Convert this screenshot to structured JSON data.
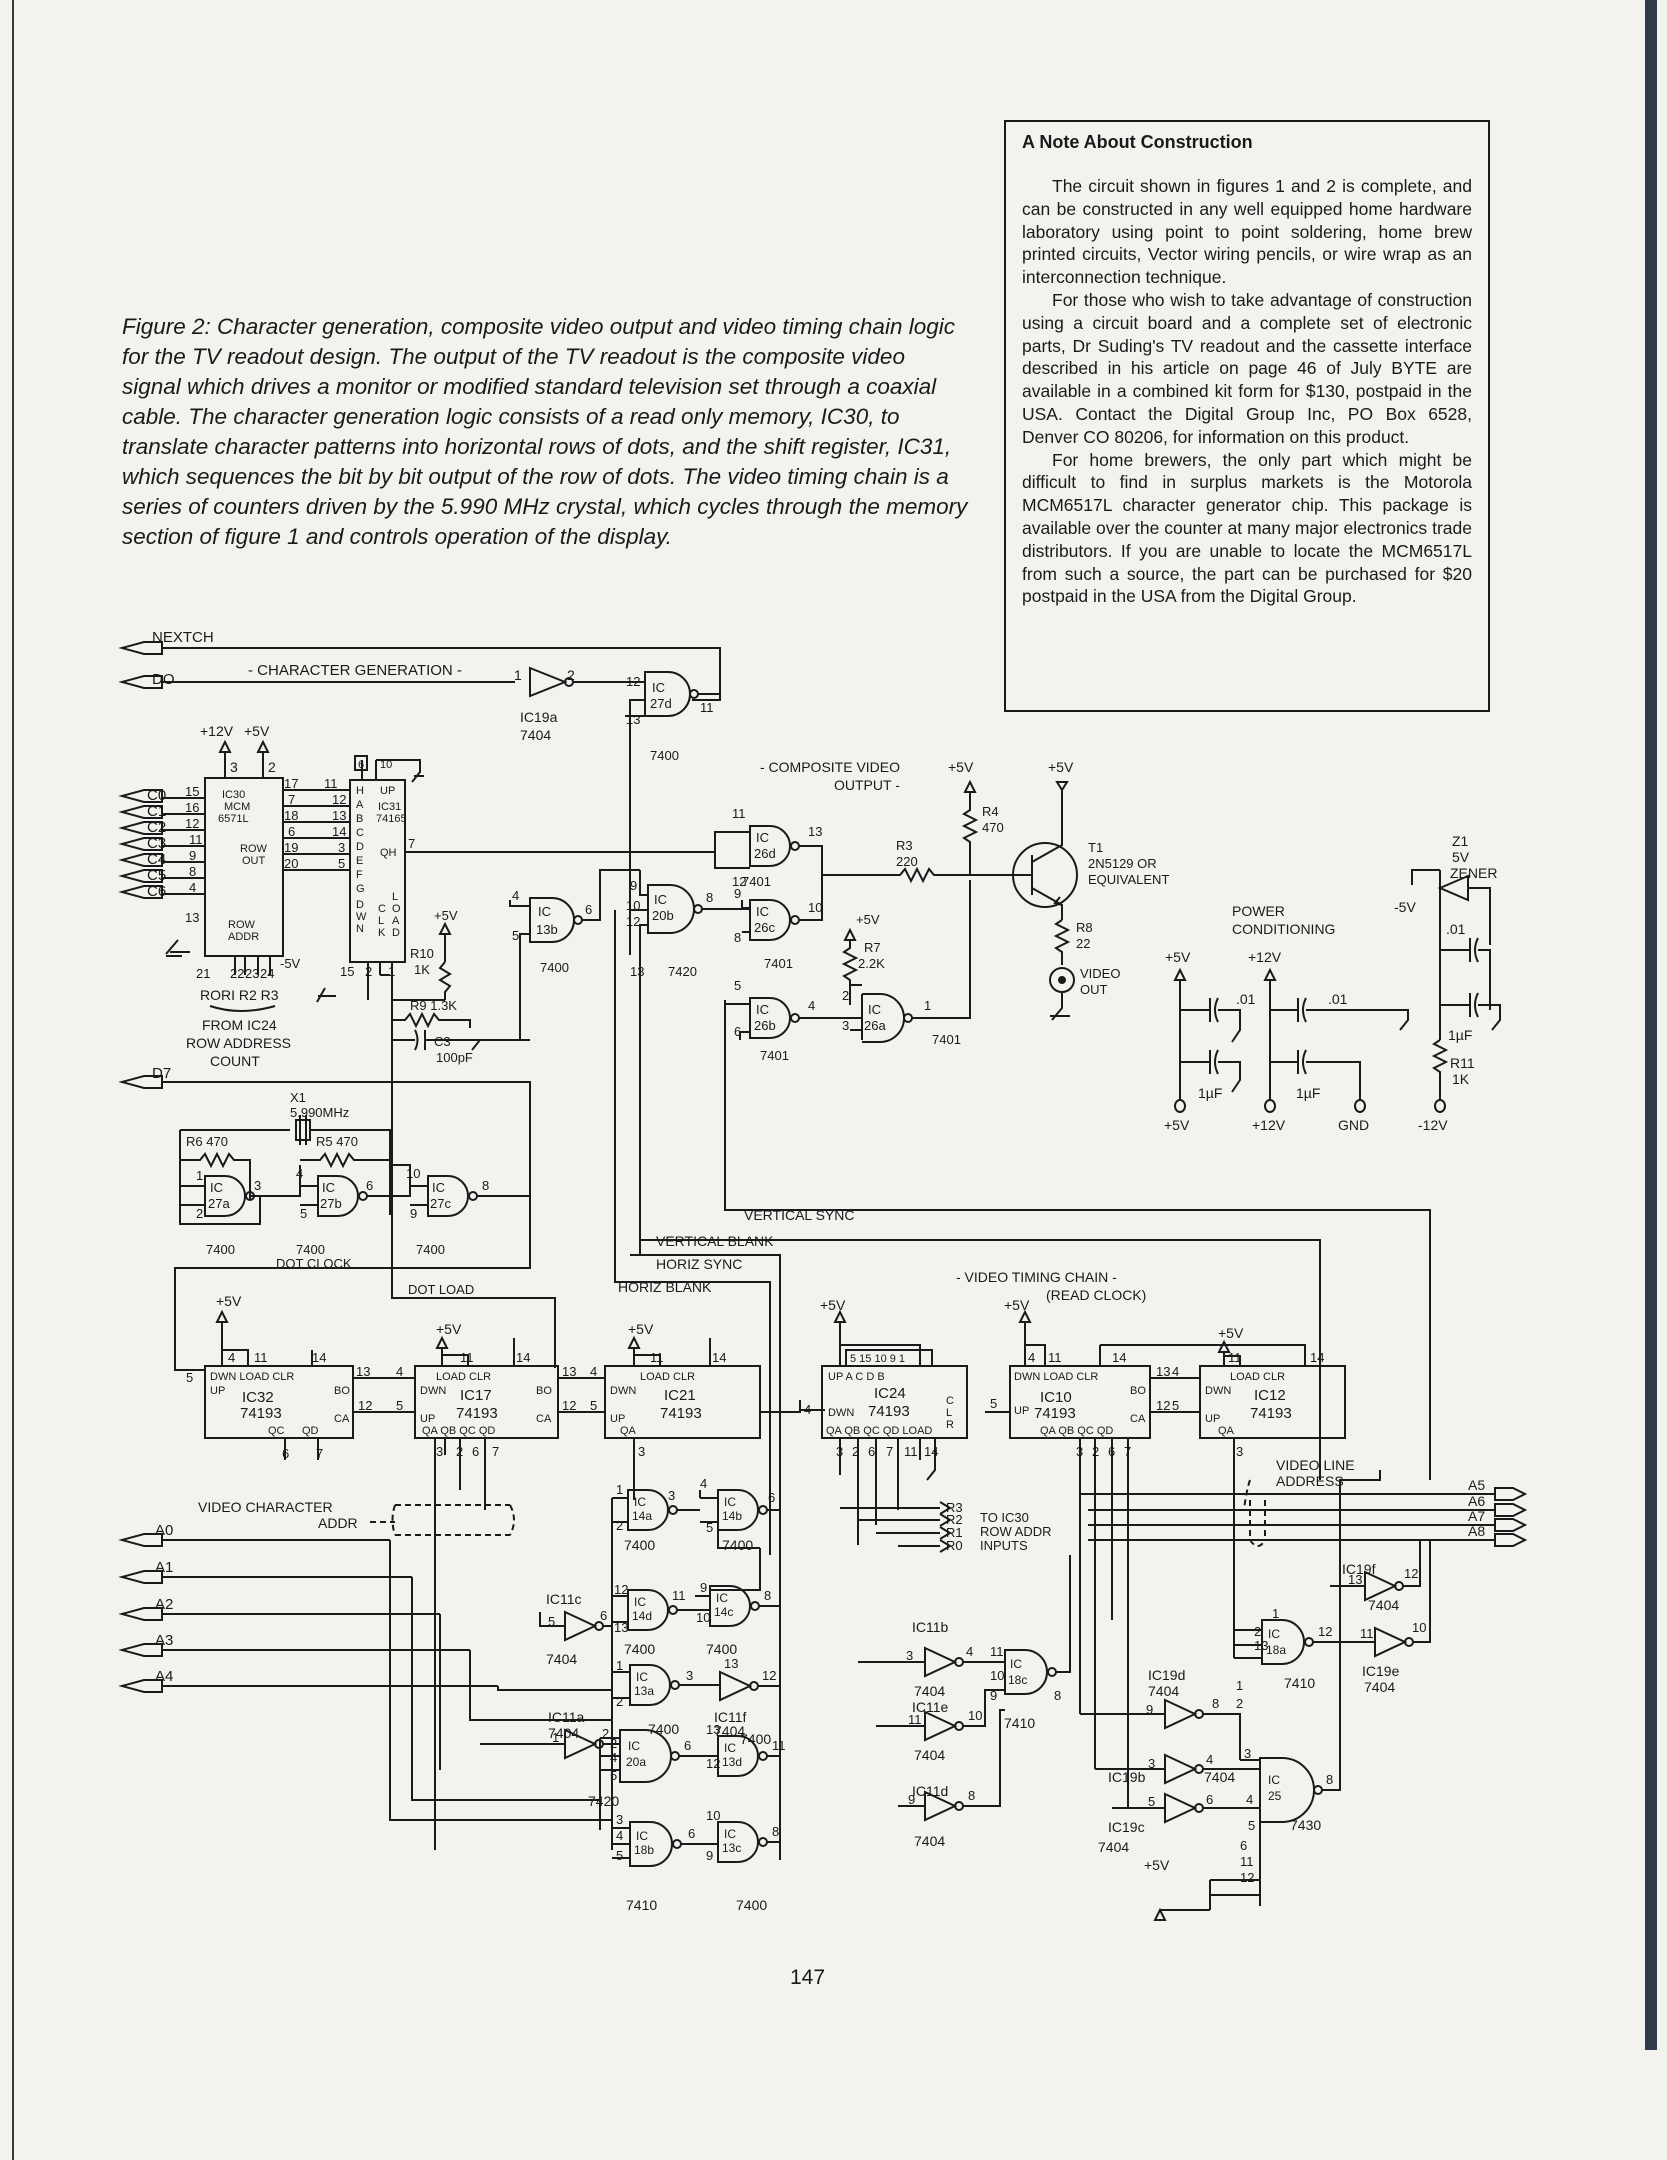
{
  "note": {
    "title": "A Note About Construction",
    "paragraphs": [
      "The circuit shown in figures 1 and 2 is complete, and can be constructed in any well equipped home hardware laboratory using point to point soldering, home brew printed circuits, Vector wiring pencils, or wire wrap as an interconnection technique.",
      "For those who wish to take advantage of construction using a circuit board and a complete set of electronic parts, Dr Suding's TV readout and the cassette interface described in his article on page 46 of July BYTE are available in a combined kit form for $130, postpaid in the USA. Contact the Digital Group Inc, PO Box 6528, Denver CO 80206, for information on this product.",
      "For home brewers, the only part which might be difficult to find in surplus markets is the Motorola MCM6517L character generator chip. This package is available over the counter at many major electronics trade distributors. If you are unable to locate the MCM6517L from such a source, the part can be purchased for $20 postpaid in the USA from the Digital Group."
    ]
  },
  "caption": "Figure 2: Character generation, composite video output and video timing chain logic for the TV readout design. The output of the TV readout is the composite video signal which drives a monitor or modified standard television set through a coaxial cable. The character generation logic consists of a read only memory, IC30, to translate character patterns into horizontal rows of dots, and the shift register, IC31, which sequences the bit by bit output of the row of dots. The video timing chain is a series of counters driven by the 5.990 MHz crystal, which cycles through the memory section of figure 1 and controls operation of the display.",
  "page_number": "147",
  "schematic": {
    "section_labels": {
      "char_gen": "- CHARACTER GENERATION -",
      "composite": "- COMPOSITE VIDEO",
      "composite2": "OUTPUT -",
      "power": "POWER",
      "power2": "CONDITIONING",
      "timing": "- VIDEO TIMING CHAIN -",
      "timing2": "(READ CLOCK)",
      "dot_clock": "DOT CLOCK",
      "dot_load": "DOT LOAD",
      "from_ic24": "FROM IC24",
      "row_addr_count": "ROW ADDRESS",
      "row_addr_count2": "COUNT",
      "rori": "RORI R2 R3",
      "video_char_addr": "VIDEO CHARACTER",
      "video_char_addr2": "ADDR",
      "video_line_addr": "VIDEO LINE",
      "video_line_addr2": "ADDRESS",
      "to_ic30": "TO IC30",
      "to_ic30_2": "ROW ADDR",
      "to_ic30_3": "INPUTS",
      "video_out": "VIDEO",
      "video_out2": "OUT"
    },
    "signals": {
      "nextch": "NEXTCH",
      "do": "DO",
      "d7": "D7",
      "vertical_sync": "VERTICAL SYNC",
      "vertical_blank": "VERTICAL BLANK",
      "horiz_sync": "HORIZ SYNC",
      "horiz_blank": "HORIZ BLANK",
      "char_inputs": [
        "C0",
        "C1",
        "C2",
        "C3",
        "C4",
        "C5",
        "C6"
      ],
      "addr_inputs": [
        "A0",
        "A1",
        "A2",
        "A3",
        "A4"
      ],
      "line_outputs": [
        "A5",
        "A6",
        "A7",
        "A8"
      ],
      "row_inputs": [
        "R3",
        "R2",
        "R1",
        "R0"
      ]
    },
    "supplies": {
      "p12": "+12V",
      "p5": "+5V",
      "m5": "-5V",
      "m12": "-12V",
      "gnd": "GND"
    },
    "components": {
      "r6": "R6 470",
      "r5": "R5 470",
      "x1": "X1",
      "x1_freq": "5.990MHz",
      "r9": "R9 1.3K",
      "r10": "R10",
      "r10v": "1K",
      "c3": "C3",
      "c3v": "100pF",
      "r3": "R3",
      "r3v": "220",
      "r4": "R4",
      "r4v": "470",
      "r7": "R7",
      "r7v": "2.2K",
      "r8": "R8",
      "r8v": "22",
      "t1": "T1",
      "t1v": "2N5129 OR",
      "t1v2": "EQUIVALENT",
      "z1": "Z1",
      "z1v": "5V",
      "z1v2": "ZENER",
      "r11": "R11",
      "r11v": "1K",
      "c01": ".01",
      "c1uf": "1µF"
    },
    "chips": {
      "ic30": "IC30",
      "ic30_type": "MCM",
      "ic30_type2": "6571L",
      "row_out": "ROW",
      "row_out2": "OUT",
      "row_addr": "ROW",
      "row_addr2": "ADDR",
      "ic31": "IC31",
      "ic31_type": "74165",
      "ic32": "IC32",
      "ic17": "IC17",
      "ic21": "IC21",
      "ic24": "IC24",
      "ic10": "IC10",
      "ic12": "IC12",
      "t74193": "74193",
      "g7404": "7404",
      "g7400": "7400",
      "g7401": "7401",
      "g7410": "7410",
      "g7420": "7420",
      "g7430": "7430",
      "ic19a": "IC19a",
      "ic11a": "IC11a",
      "ic11b": "IC11b",
      "ic11c": "IC11c",
      "ic11d": "IC11d",
      "ic11e": "IC11e",
      "ic11f": "IC11f",
      "ic19b": "IC19b",
      "ic19c": "IC19c",
      "ic19d": "IC19d",
      "ic19e": "IC19e",
      "ic19f": "IC19f"
    },
    "gates": [
      "27d",
      "26d",
      "20b",
      "26c",
      "26b",
      "26a",
      "13b",
      "27a",
      "27b",
      "27c",
      "14a",
      "14b",
      "14d",
      "14c",
      "13a",
      "20a",
      "13d",
      "18b",
      "13c",
      "18c",
      "18a",
      "25"
    ]
  }
}
